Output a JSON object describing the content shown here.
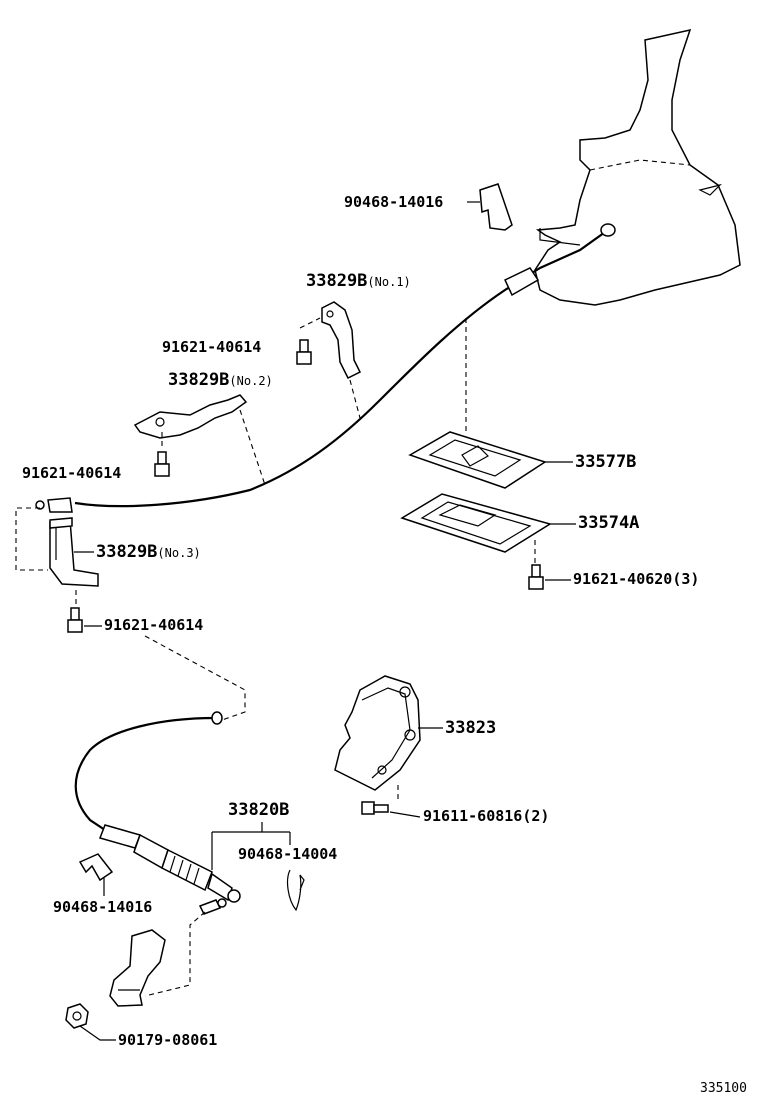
{
  "labels": {
    "clip_upper": "90468-14016",
    "bracket_no1": "33829B",
    "bracket_no1_sub": "(No.1)",
    "bolt_no1": "91621-40614",
    "bracket_no2": "33829B",
    "bracket_no2_sub": "(No.2)",
    "bolt_no2": "91621-40614",
    "bracket_no3": "33829B",
    "bracket_no3_sub": "(No.3)",
    "bolt_no3": "91621-40614",
    "plate_upper": "33577B",
    "gasket": "33574A",
    "bolt_plate": "91621-40620(3)",
    "bracket_lower": "33823",
    "bolt_bracket_lower": "91611-60816(2)",
    "cable_assy": "33820B",
    "pin": "90468-14004",
    "clip_lower": "90468-14016",
    "nut": "90179-08061",
    "figure_number": "335100"
  }
}
